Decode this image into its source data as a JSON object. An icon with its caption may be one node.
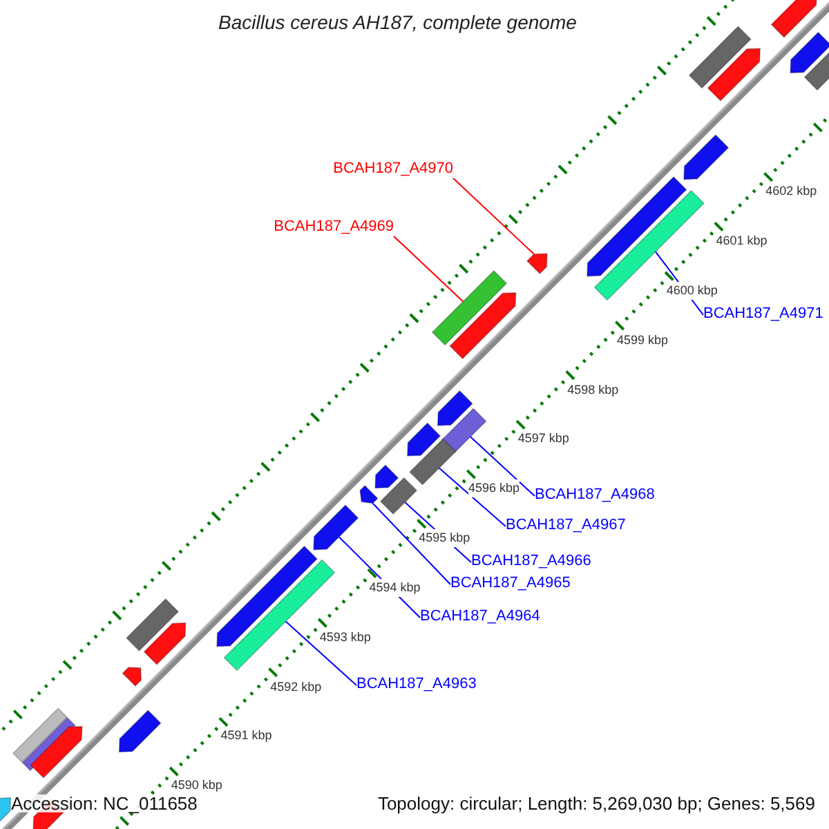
{
  "diagram": {
    "title": "Bacillus cereus AH187, complete genome",
    "nodes": [
      {
        "text": [
          "BCAH187_A4970"
        ]
      },
      {
        "text": [
          "BCAH187_A4969"
        ]
      },
      {
        "text": [
          "BCAH187_A4971"
        ]
      },
      {
        "text": [
          "BCAH187_A4968"
        ]
      },
      {
        "text": [
          "BCAH187_A4967"
        ]
      },
      {
        "text": [
          "BCAH187_A4966"
        ]
      },
      {
        "text": [
          "BCAH187_A4965"
        ]
      },
      {
        "text": [
          "BCAH187_A4964"
        ]
      },
      {
        "text": [
          "BCAH187_A4963"
        ]
      },
      {
        "text": [],
        "shape": "pentagon"
      },
      {
        "text": [],
        "shape": "pentagon"
      },
      {
        "text": [],
        "shape": "bar"
      },
      {
        "text": [],
        "shape": "bar"
      },
      {
        "text": [],
        "shape": "pentagon"
      },
      {
        "text": [],
        "shape": "pentagon"
      },
      {
        "text": [],
        "shape": "pentagon"
      },
      {
        "text": [],
        "shape": "bar"
      },
      {
        "text": [],
        "shape": "pentagon"
      },
      {
        "text": [],
        "shape": "bar"
      },
      {
        "text": [],
        "shape": "pentagon"
      },
      {
        "text": [],
        "shape": "pentagon"
      },
      {
        "text": [],
        "shape": "bar"
      },
      {
        "text": [],
        "shape": "pentagon"
      },
      {
        "text": [],
        "shape": "bar"
      },
      {
        "text": [],
        "shape": "pentagon"
      },
      {
        "text": [],
        "shape": "pentagon"
      },
      {
        "text": [],
        "shape": "bar"
      },
      {
        "text": [],
        "shape": "pentagon"
      },
      {
        "text": [],
        "shape": "pentagon"
      },
      {
        "text": [],
        "shape": "bar"
      },
      {
        "text": [],
        "shape": "bar"
      },
      {
        "text": [],
        "shape": "pentagon"
      },
      {
        "text": [],
        "shape": "pentagon"
      },
      {
        "text": [],
        "shape": "pentagon"
      },
      {
        "text": [],
        "shape": "bar"
      },
      {
        "text": [],
        "shape": "bar"
      },
      {
        "text": [],
        "shape": "pentagon"
      },
      {
        "text": [],
        "shape": "pentagon"
      },
      {
        "text": [],
        "shape": "pentagon"
      }
    ],
    "edges": [
      {
        "from": 0,
        "to": 17,
        "arrow": "none",
        "color": "#ff0000"
      },
      {
        "from": 1,
        "to": 18,
        "arrow": "none",
        "color": "#ff0000"
      },
      {
        "from": 2,
        "to": 16,
        "arrow": "none"
      },
      {
        "from": 3,
        "to": 21,
        "arrow": "none"
      },
      {
        "from": 4,
        "to": 23,
        "arrow": "none"
      },
      {
        "from": 5,
        "to": 26,
        "arrow": "none"
      },
      {
        "from": 6,
        "to": 25,
        "arrow": "none"
      },
      {
        "from": 7,
        "to": 27,
        "arrow": "none"
      },
      {
        "from": 8,
        "to": 29,
        "arrow": "none"
      }
    ],
    "labels": [
      "4602 kbp",
      "4601 kbp",
      "4600 kbp",
      "4599 kbp",
      "4598 kbp",
      "4597 kbp",
      "4596 kbp",
      "4595 kbp",
      "4594 kbp",
      "4593 kbp",
      "4592 kbp",
      "4591 kbp",
      "4590 kbp",
      "Accession: NC_011658",
      "Topology: circular; Length: 5,269,030 bp; Genes: 5,569"
    ]
  }
}
